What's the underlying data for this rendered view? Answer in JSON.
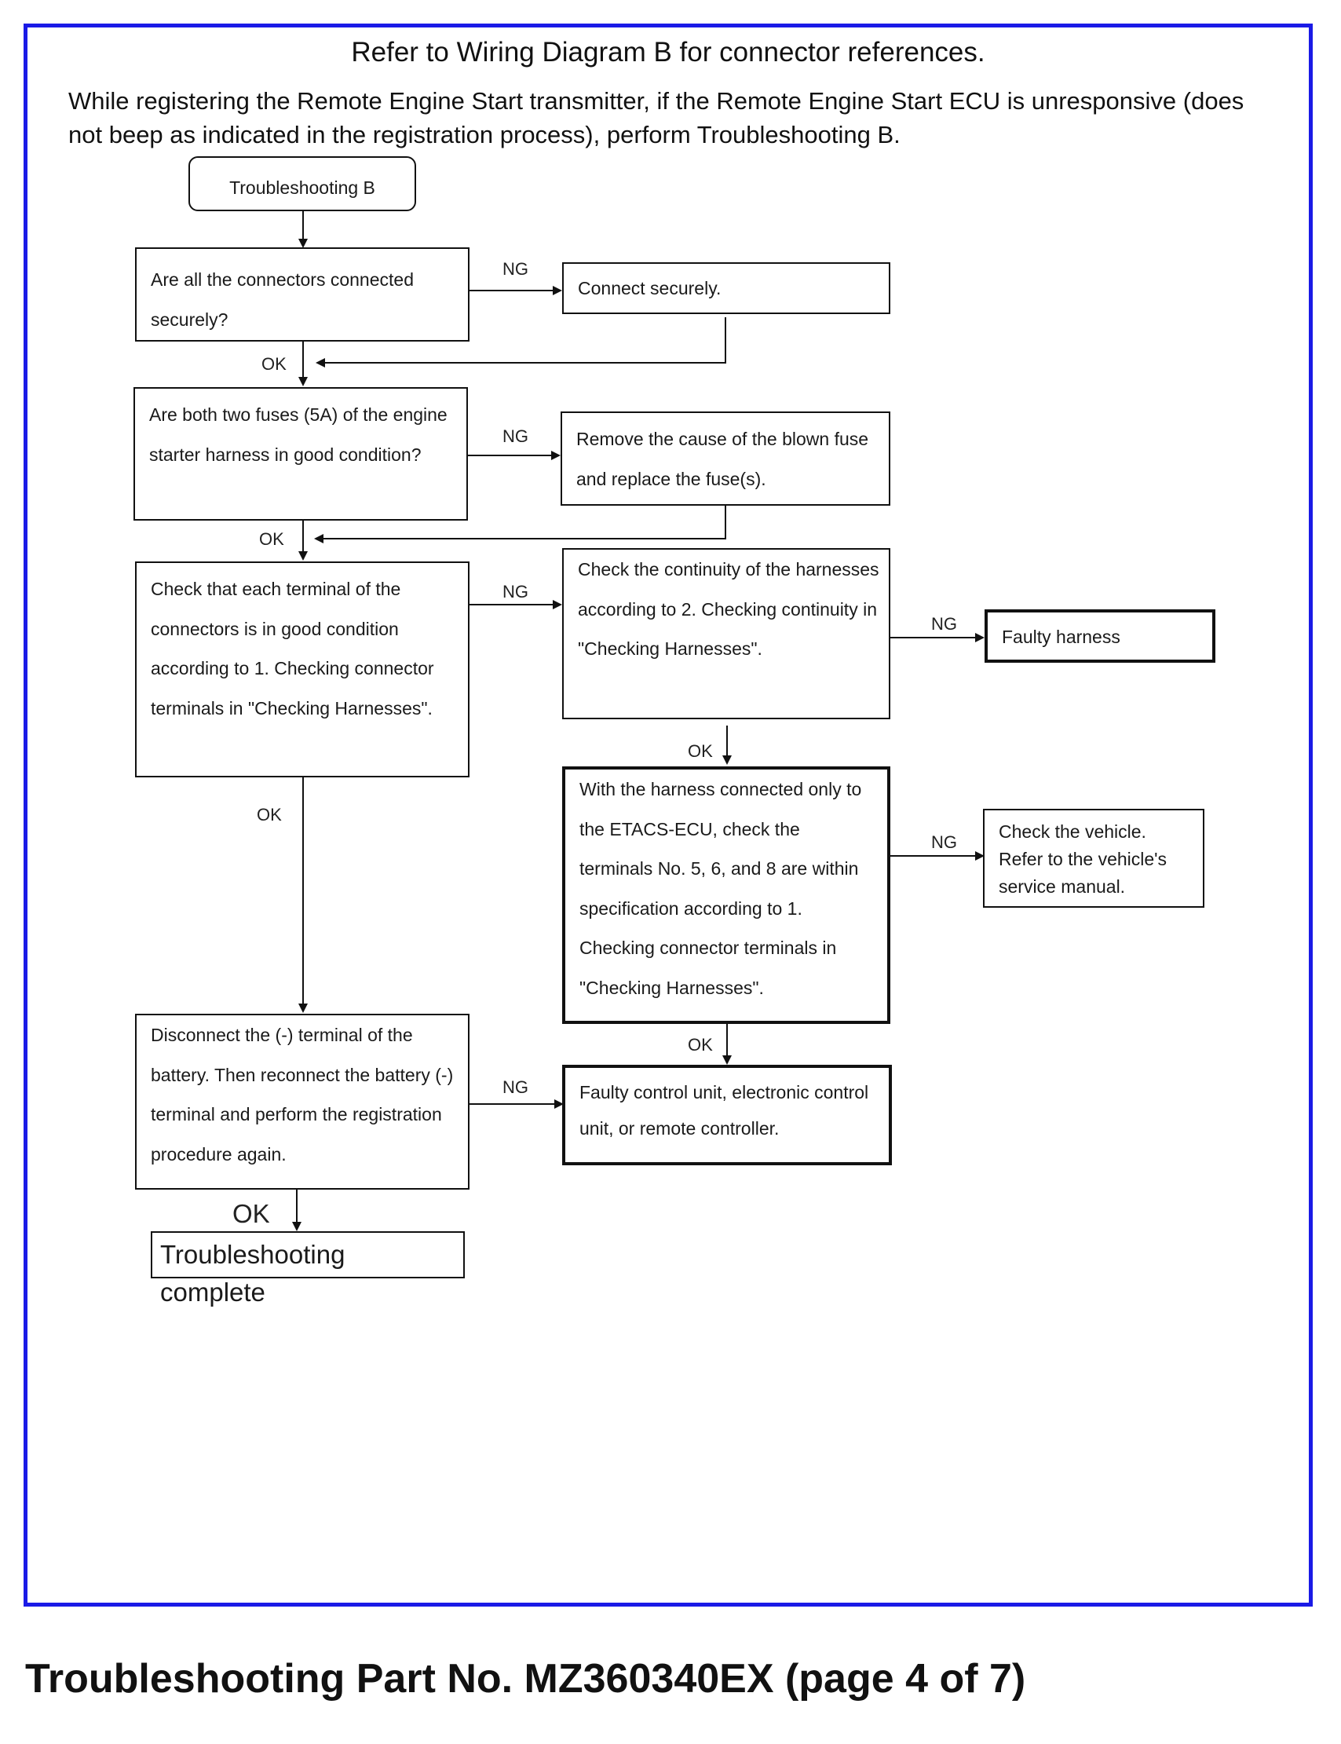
{
  "header": {
    "reference": "Refer to Wiring Diagram B for connector references.",
    "intro": "While registering the Remote Engine Start transmitter, if the Remote Engine Start ECU is unresponsive (does not beep as indicated in the registration process), perform Troubleshooting B."
  },
  "flow": {
    "start": "Troubleshooting B",
    "q1": "Are all the connectors connected securely?",
    "a1": "Connect securely.",
    "q2": "Are both two fuses (5A) of the engine starter harness in good condition?",
    "a2": "Remove the cause of the blown fuse and replace the fuse(s).",
    "q3": "Check that each terminal of the connectors is in good condition according to 1. Checking connector terminals in \"Checking Harnesses\".",
    "q4": "Check the continuity of the harnesses according to 2. Checking continuity in \"Checking Harnesses\".",
    "a4": "Faulty harness",
    "q5": "With the harness connected only to the ETACS-ECU, check the terminals No. 5, 6, and 8 are within specification according to 1. Checking connector terminals in \"Checking Harnesses\".",
    "a5": "Check the vehicle. Refer to the vehicle's service manual.",
    "q6": "Disconnect the (-) terminal of the battery. Then reconnect the battery (-) terminal and perform the registration procedure again.",
    "a6": "Faulty control unit, electronic control unit, or remote controller.",
    "end": "Troubleshooting complete"
  },
  "labels": {
    "ok": "OK",
    "ng": "NG"
  },
  "footer": {
    "caption": "Troubleshooting Part No. MZ360340EX (page 4 of 7)"
  }
}
